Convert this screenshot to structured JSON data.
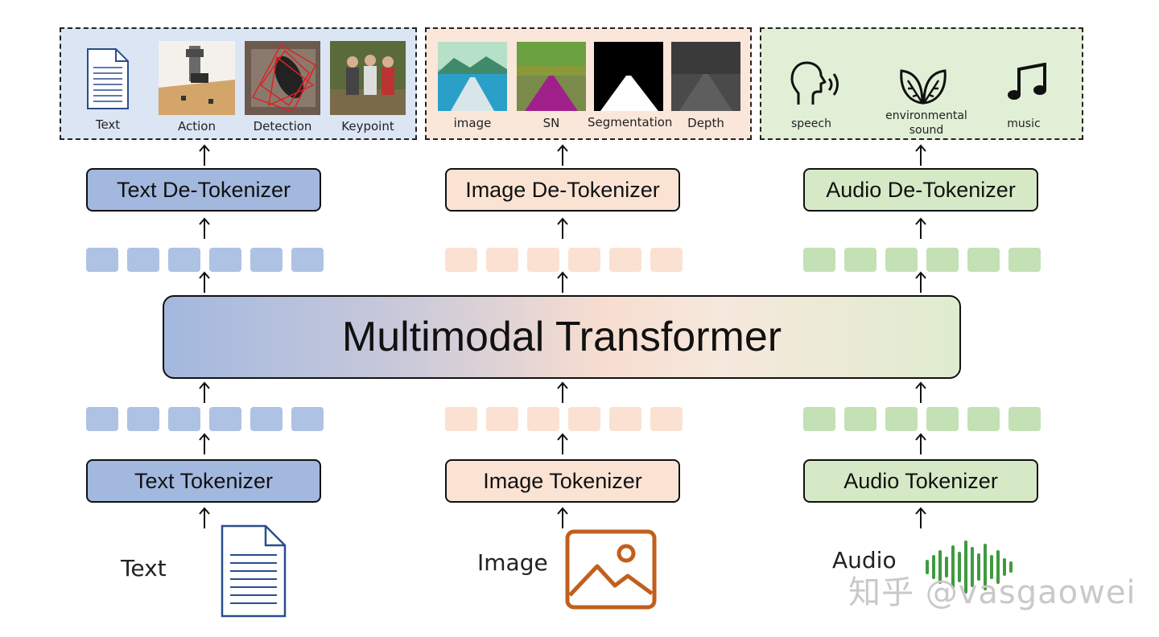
{
  "outputs": {
    "text_group": [
      "Text",
      "Action",
      "Detection",
      "Keypoint"
    ],
    "image_group": [
      "image",
      "SN",
      "Segmentation",
      "Depth"
    ],
    "audio_group": [
      "speech",
      "environmental sound",
      "music"
    ]
  },
  "detokenizers": {
    "text": "Text De-Tokenizer",
    "image": "Image De-Tokenizer",
    "audio": "Audio De-Tokenizer"
  },
  "transformer": "Multimodal Transformer",
  "tokenizers": {
    "text": "Text Tokenizer",
    "image": "Image Tokenizer",
    "audio": "Audio Tokenizer"
  },
  "inputs": {
    "text": "Text",
    "image": "Image",
    "audio": "Audio"
  },
  "watermark": "知乎 @vasgaowei",
  "colors": {
    "text_modality": "#a3b8df",
    "image_modality": "#fbe3d4",
    "audio_modality": "#d6e9c6",
    "image_icon": "#c0601e",
    "document_icon": "#2a4d8f",
    "waveform": "#3f9a3f"
  }
}
